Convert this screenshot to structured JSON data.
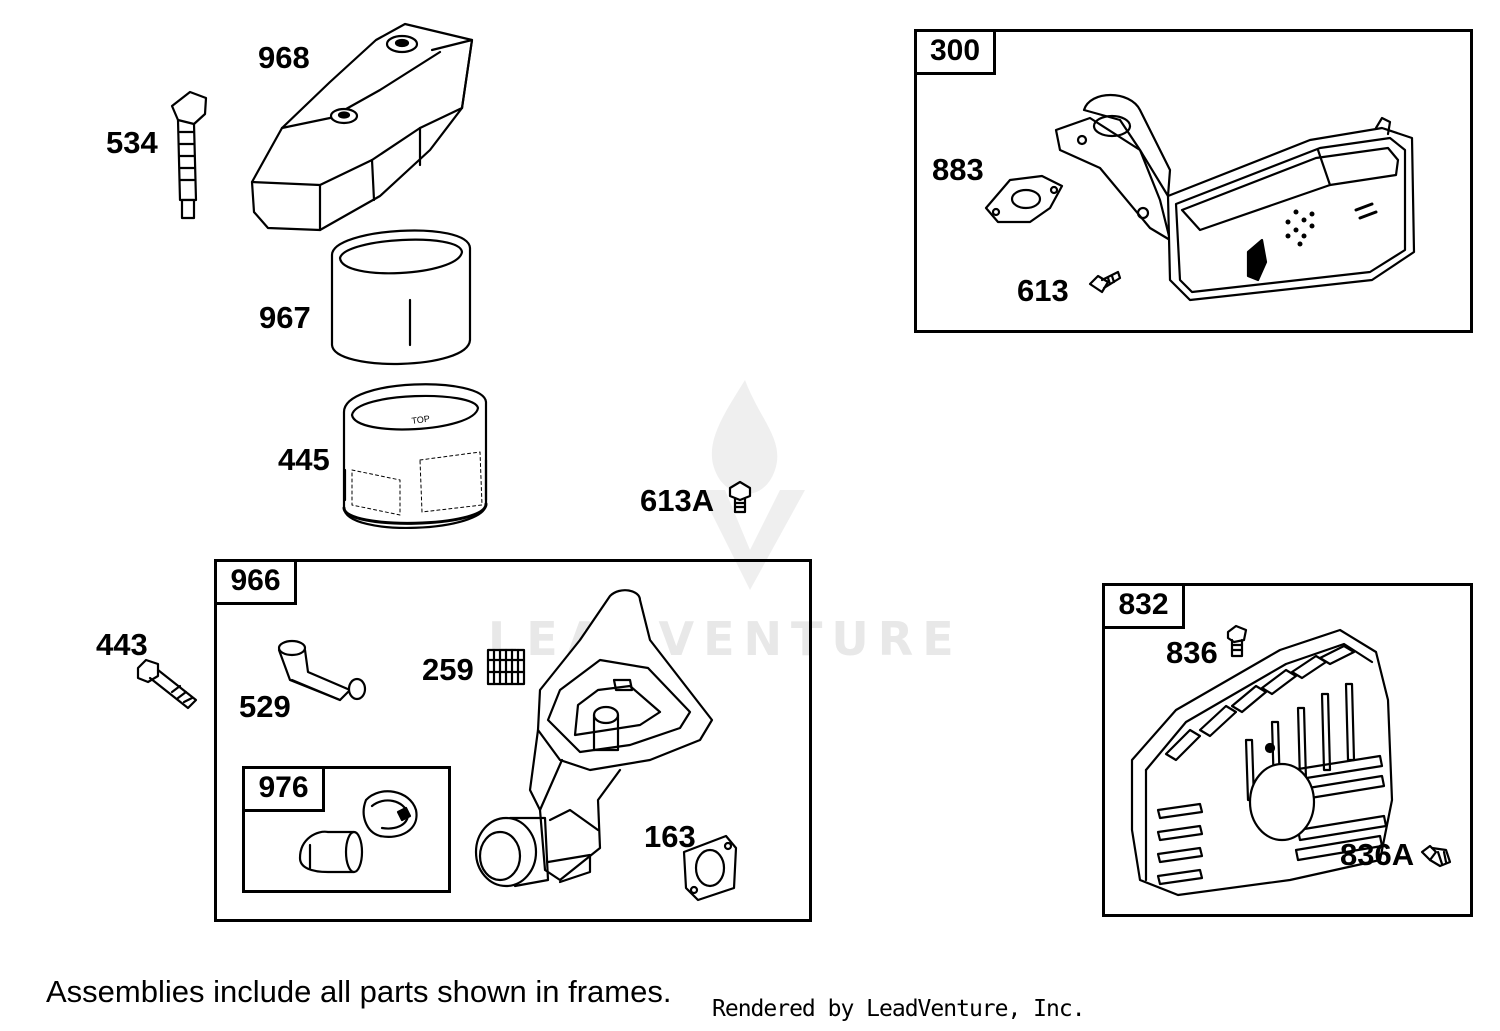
{
  "labels": {
    "p968": "968",
    "p534": "534",
    "p967": "967",
    "p445": "445",
    "p613a": "613A",
    "p443": "443",
    "p529": "529",
    "p259": "259",
    "p163": "163",
    "p883": "883",
    "p613": "613",
    "p836": "836",
    "p836a": "836A"
  },
  "frames": {
    "f300": "300",
    "f966": "966",
    "f976": "976",
    "f832": "832"
  },
  "filter_marking": "TOP",
  "watermark": {
    "text": "LEADVENTURE"
  },
  "footer": {
    "note": "Assemblies include all parts shown in frames.",
    "rendered_by": "Rendered by LeadVenture, Inc."
  },
  "colors": {
    "ink": "#000000",
    "paper": "#ffffff",
    "watermark": "#e8e8e8"
  }
}
